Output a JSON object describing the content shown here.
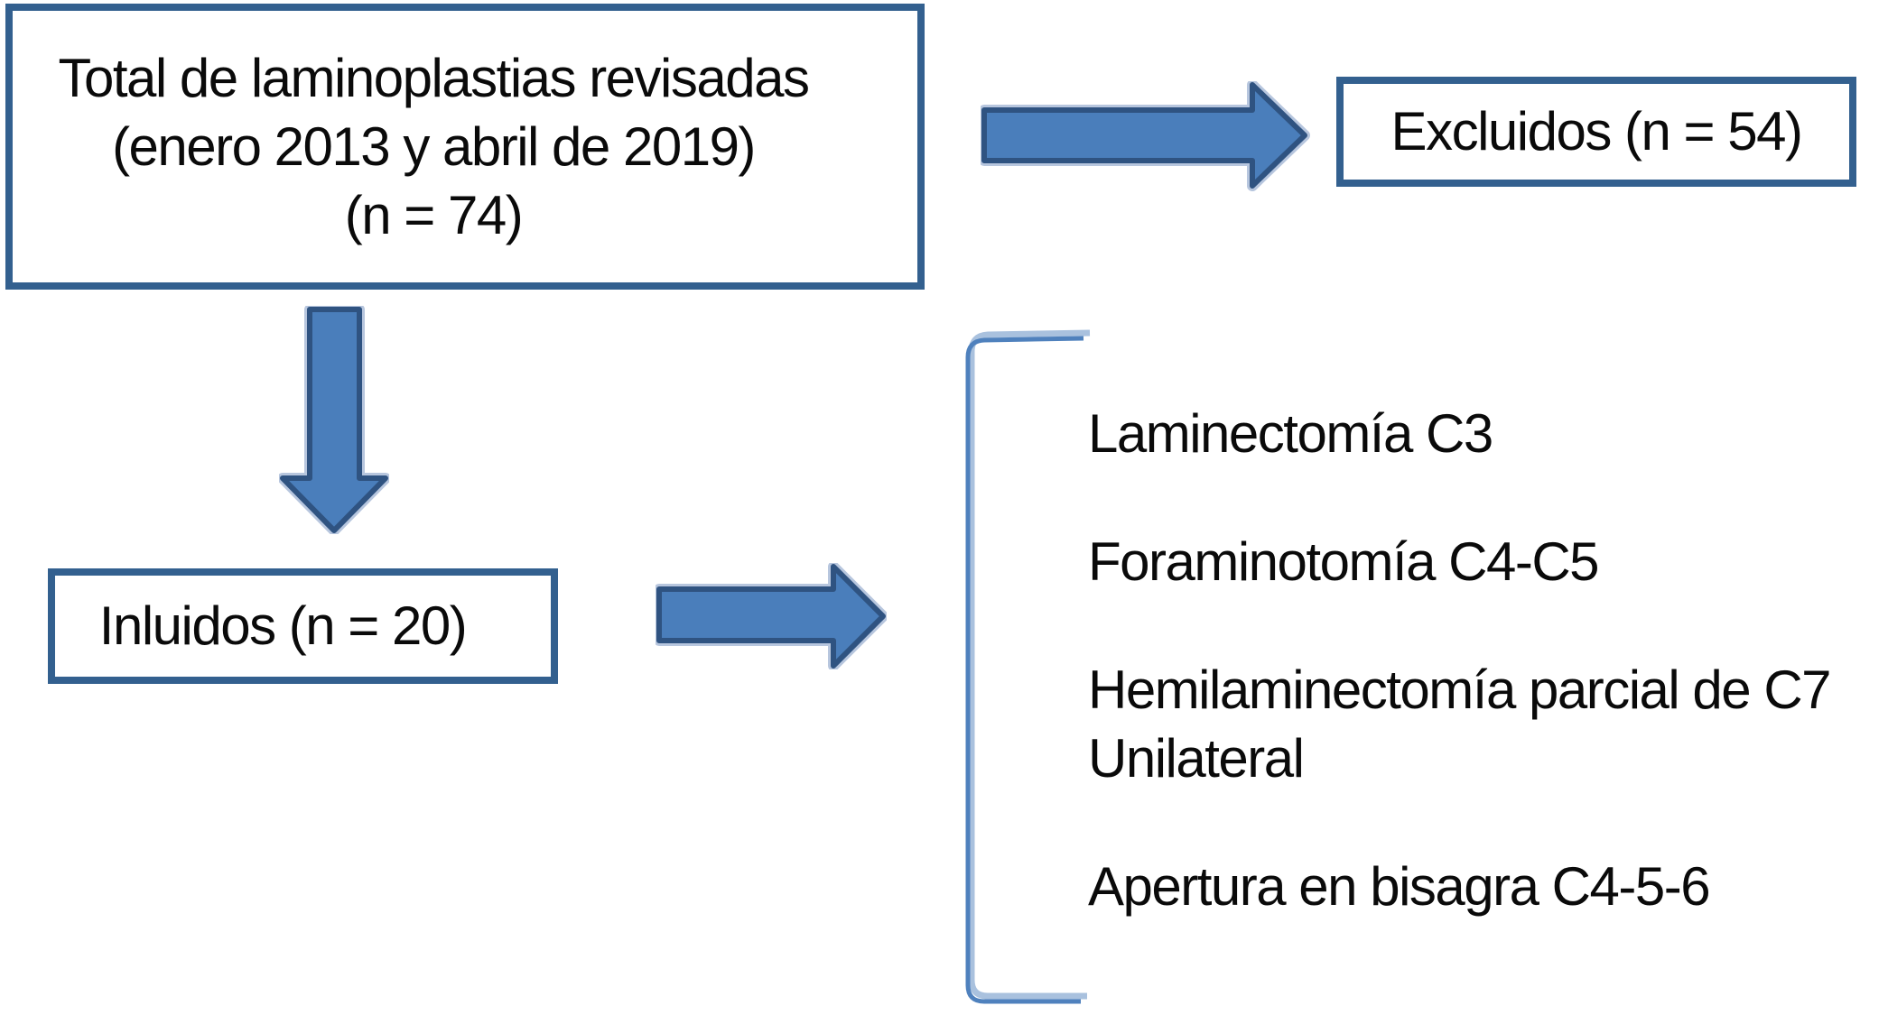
{
  "colors": {
    "background": "#ffffff",
    "box_border": "#33608f",
    "arrow_fill": "#4a7ebb",
    "arrow_border": "#2f5381",
    "arrow_glow": "#b7c6de",
    "bracket_stroke": "#4f81bd",
    "bracket_highlight": "#a9c1de",
    "text": "#0a0a0a"
  },
  "flowchart": {
    "box_total": {
      "lines": [
        "Total de laminoplastias revisadas",
        "(enero 2013 y abril de 2019)",
        "(n = 74)"
      ]
    },
    "box_excluded": {
      "label": "Excluidos (n = 54)"
    },
    "box_included": {
      "label": "Inluidos (n = 20)"
    },
    "procedures": {
      "items": [
        {
          "lines": [
            "Laminectomía C3",
            ""
          ]
        },
        {
          "lines": [
            "Foraminotomía C4-C5",
            ""
          ]
        },
        {
          "lines": [
            "Hemilaminectomía parcial de C7",
            "Unilateral"
          ]
        },
        {
          "lines": [
            "Apertura en bisagra C4-5-6",
            ""
          ]
        }
      ]
    }
  }
}
